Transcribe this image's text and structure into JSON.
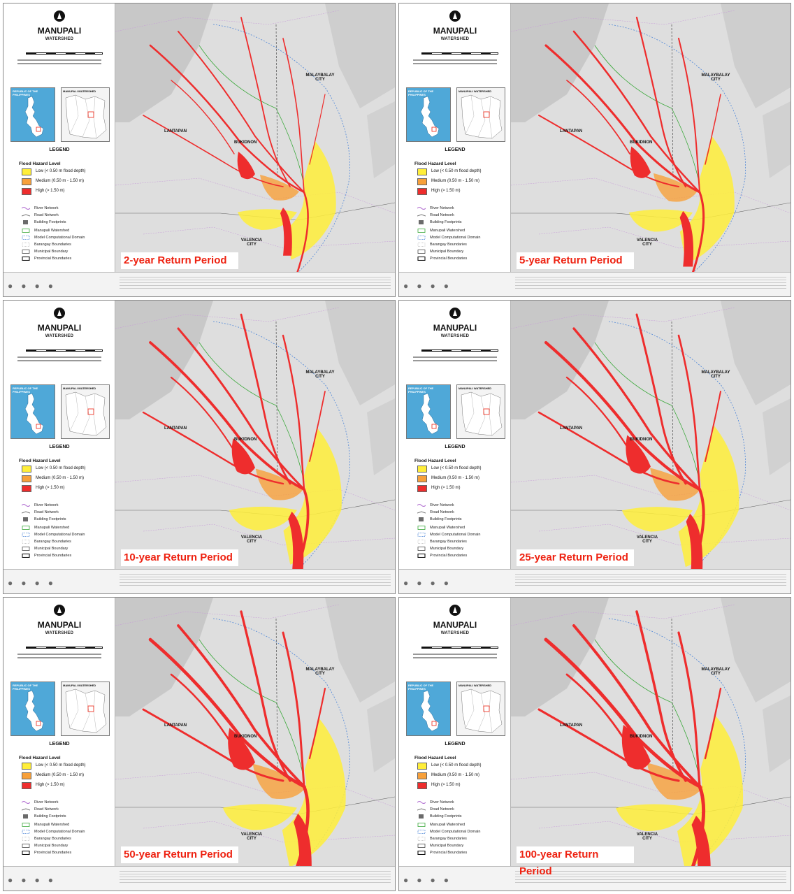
{
  "map": {
    "title": "MANUPALI",
    "subtitle": "WATERSHED",
    "legend_heading": "LEGEND",
    "inset_philippines": "REPUBLIC OF THE PHILIPPINES",
    "inset_watershed": "MANUPALI WATERSHED",
    "hazard_heading": "Flood Hazard Level",
    "hazard_levels": [
      {
        "label": "Low (< 0.50 m flood depth)",
        "color": "#ffee3a"
      },
      {
        "label": "Medium (0.50 m - 1.50 m)",
        "color": "#f7a03a"
      },
      {
        "label": "High (> 1.50 m)",
        "color": "#ee2d2d"
      }
    ],
    "legend_items": [
      {
        "label": "River Network",
        "icon": "river-line-icon"
      },
      {
        "label": "Road Network",
        "icon": "road-line-icon"
      },
      {
        "label": "Building Footprints",
        "icon": "building-square-icon"
      },
      {
        "label": "Manupali Watershed",
        "icon": "watershed-boundary-icon"
      },
      {
        "label": "Model Computational Domain",
        "icon": "domain-boundary-icon"
      },
      {
        "label": "Barangay Boundaries",
        "icon": "barangay-boundary-icon"
      },
      {
        "label": "Municipal Boundary",
        "icon": "municipal-boundary-icon"
      },
      {
        "label": "Provincial Boundaries",
        "icon": "provincial-boundary-icon"
      }
    ],
    "places": {
      "lantapan": "LANTAPAN",
      "bukidnon": "BUKIDNON",
      "malaybalay": "MALAYBALAY CITY",
      "valencia": "VALENCIA CITY"
    }
  },
  "panels": [
    {
      "return_period": "2-year Return Period",
      "extent": 1.0
    },
    {
      "return_period": "5-year Return Period",
      "extent": 1.25
    },
    {
      "return_period": "10-year Return Period",
      "extent": 1.5
    },
    {
      "return_period": "25-year Return Period",
      "extent": 1.65
    },
    {
      "return_period": "50-year Return Period",
      "extent": 1.85
    },
    {
      "return_period": "100-year Return Period",
      "extent": 2.0
    }
  ]
}
